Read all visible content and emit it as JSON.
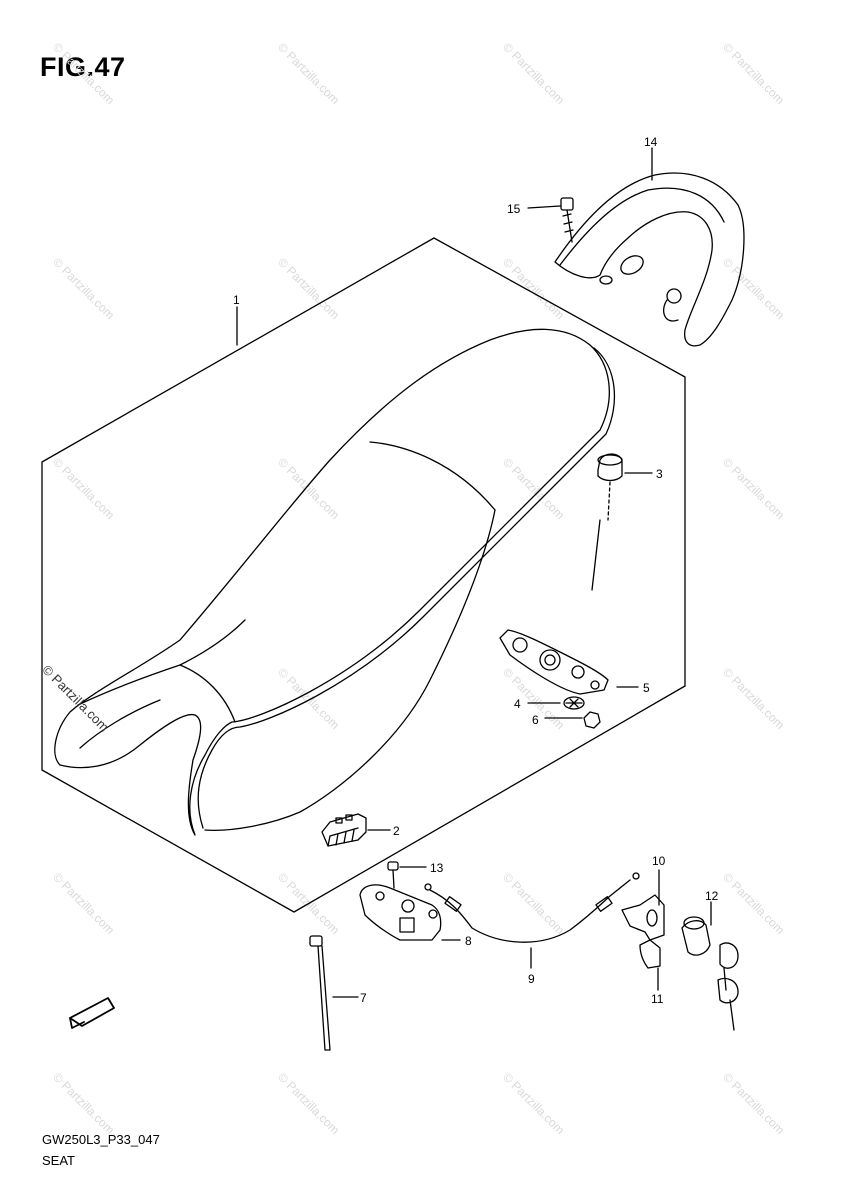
{
  "figure": {
    "title": "FIG.47",
    "code": "GW250L3_P33_047",
    "caption": "SEAT"
  },
  "fwd_label": "FWD",
  "watermark": "© Partzilla.com",
  "callouts": [
    "1",
    "2",
    "3",
    "4",
    "5",
    "6",
    "7",
    "8",
    "9",
    "10",
    "11",
    "12",
    "13",
    "14",
    "15"
  ],
  "colors": {
    "line": "#000000",
    "watermark": "#d9d9d9",
    "background": "#ffffff"
  }
}
